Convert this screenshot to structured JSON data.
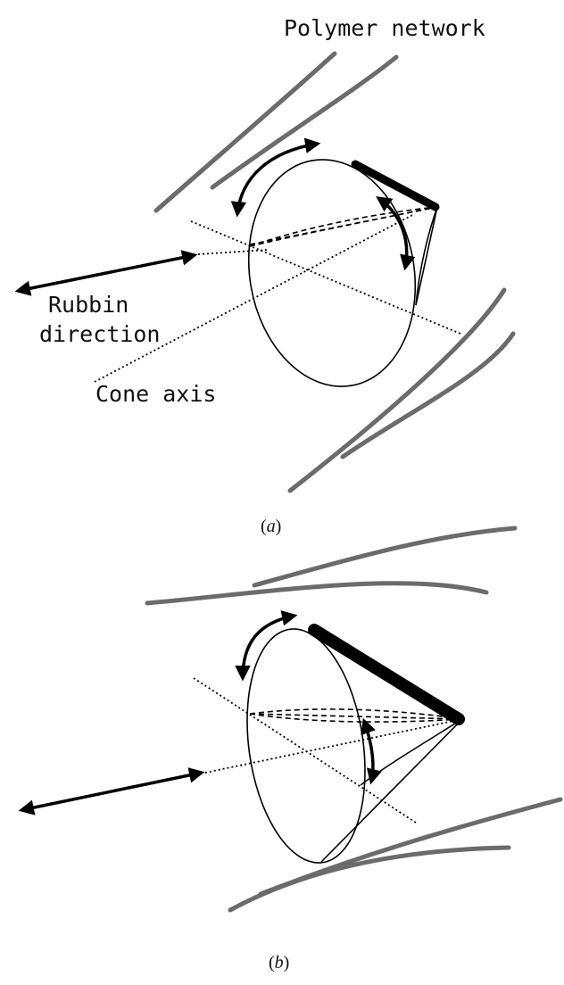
{
  "labels": {
    "polymer_network": "Polymer network",
    "rubbing_line1": "Rubbin",
    "rubbing_line2": "direction",
    "cone_axis": "Cone axis"
  },
  "captions": {
    "a_open": "(",
    "a_letter": "a",
    "a_close": ")",
    "b_open": "(",
    "b_letter": "b",
    "b_close": ")"
  }
}
